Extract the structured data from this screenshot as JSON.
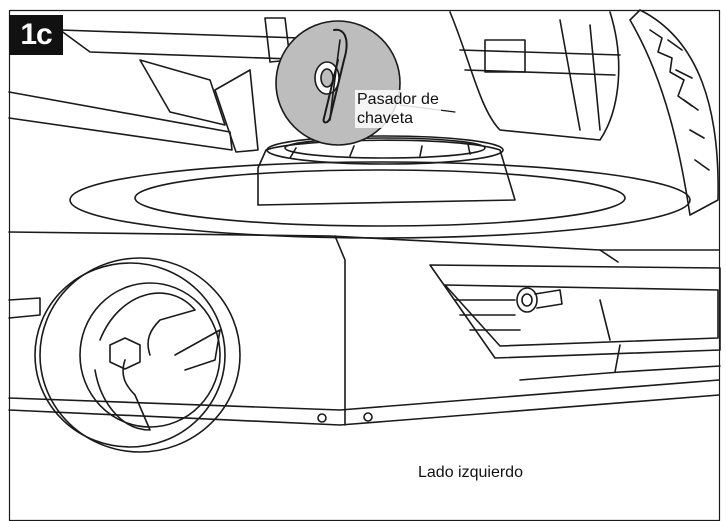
{
  "figure": {
    "step_label": "1c",
    "callout_label_line1": "Pasador de",
    "callout_label_line2": "chaveta",
    "caption": "Lado izquierdo"
  },
  "colors": {
    "line": "#1a1a1a",
    "highlight": "#bdbdbd",
    "badge": "#111111"
  }
}
